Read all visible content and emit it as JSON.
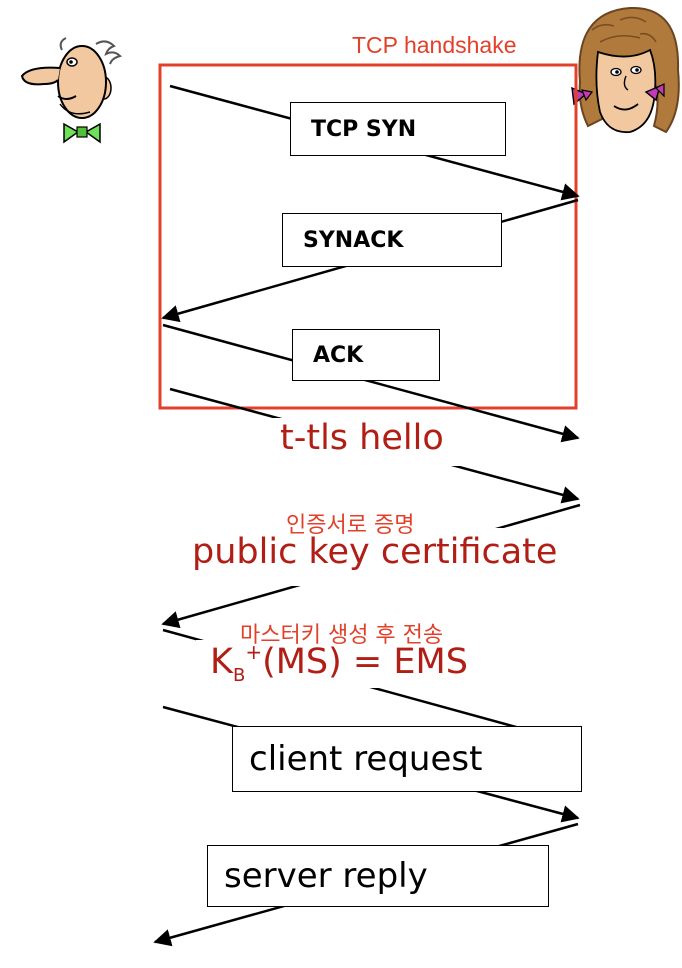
{
  "handshake": {
    "label": "TCP handshake",
    "syn": "TCP SYN",
    "synack": "SYNACK",
    "ack": "ACK"
  },
  "tls": {
    "hello": "t-tls hello",
    "certificate_note": "인증서로 증명",
    "certificate": "public key certificate",
    "master_key_note": "마스터키 생성 후 전송",
    "ems_k": "K",
    "ems_sub": "B",
    "ems_sup": "+",
    "ems_rest": "(MS) = EMS"
  },
  "app": {
    "request": "client request",
    "reply": "server reply"
  },
  "icons": {
    "client": "client-man-icon",
    "server": "server-woman-icon"
  },
  "colors": {
    "accent_red": "#e2402a",
    "text_red": "#b01e16"
  }
}
